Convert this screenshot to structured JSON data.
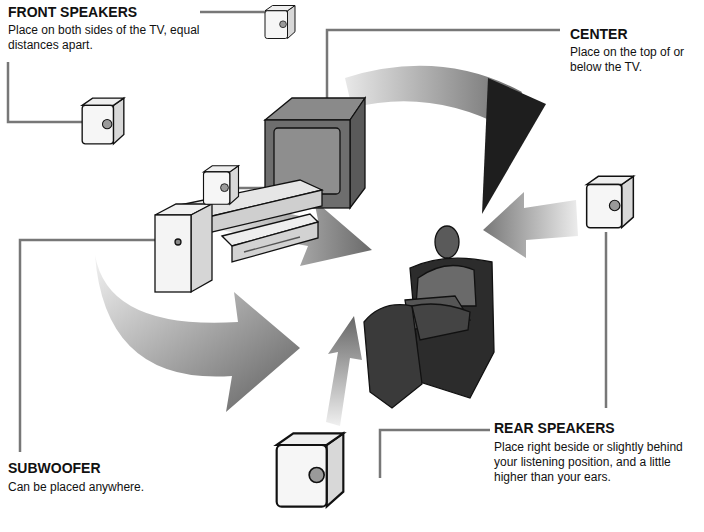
{
  "diagram": {
    "labels": [
      "FRONT SPEAKERS",
      "Place on both sides of the TV, equal distances apart.",
      "CENTER",
      "Place on the top of or below the TV.",
      "REAR SPEAKERS",
      "Place right beside or slightly behind your listening position, and a little higher than your ears.",
      "SUBWOOFER",
      "Can be placed anywhere."
    ]
  }
}
